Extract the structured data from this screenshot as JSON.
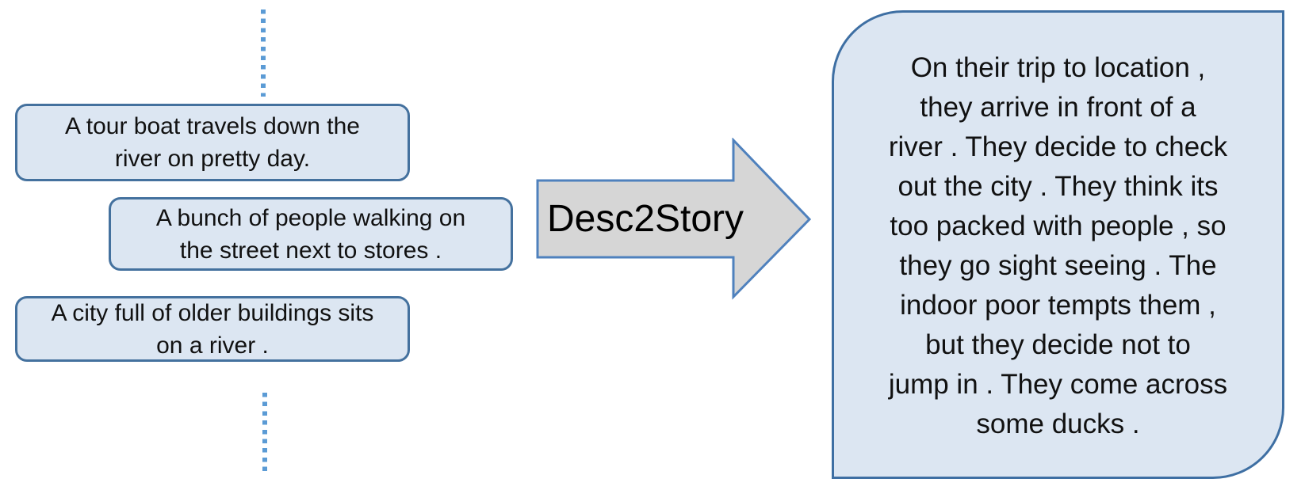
{
  "colors": {
    "box_fill": "#dce6f2",
    "box_border": "#44719e",
    "story_border": "#3e6fa3",
    "arrow_fill": "#d6d6d6",
    "arrow_border": "#4f81bd",
    "dotted": "#5b9bd5",
    "ink": "#111111"
  },
  "descriptions": [
    {
      "text": "A tour boat travels down the\nriver on pretty day."
    },
    {
      "text": "A bunch of people walking on\nthe street next to stores ."
    },
    {
      "text": "A city full of older buildings sits\non a river ."
    }
  ],
  "arrow": {
    "label": "Desc2Story"
  },
  "story": {
    "text": "On their trip to location ,\nthey arrive in front of a\nriver . They decide to check\nout the city . They think its\ntoo packed with people , so\nthey go sight seeing . The\nindoor poor tempts them ,\nbut they decide not to\njump in . They come across\nsome ducks ."
  }
}
